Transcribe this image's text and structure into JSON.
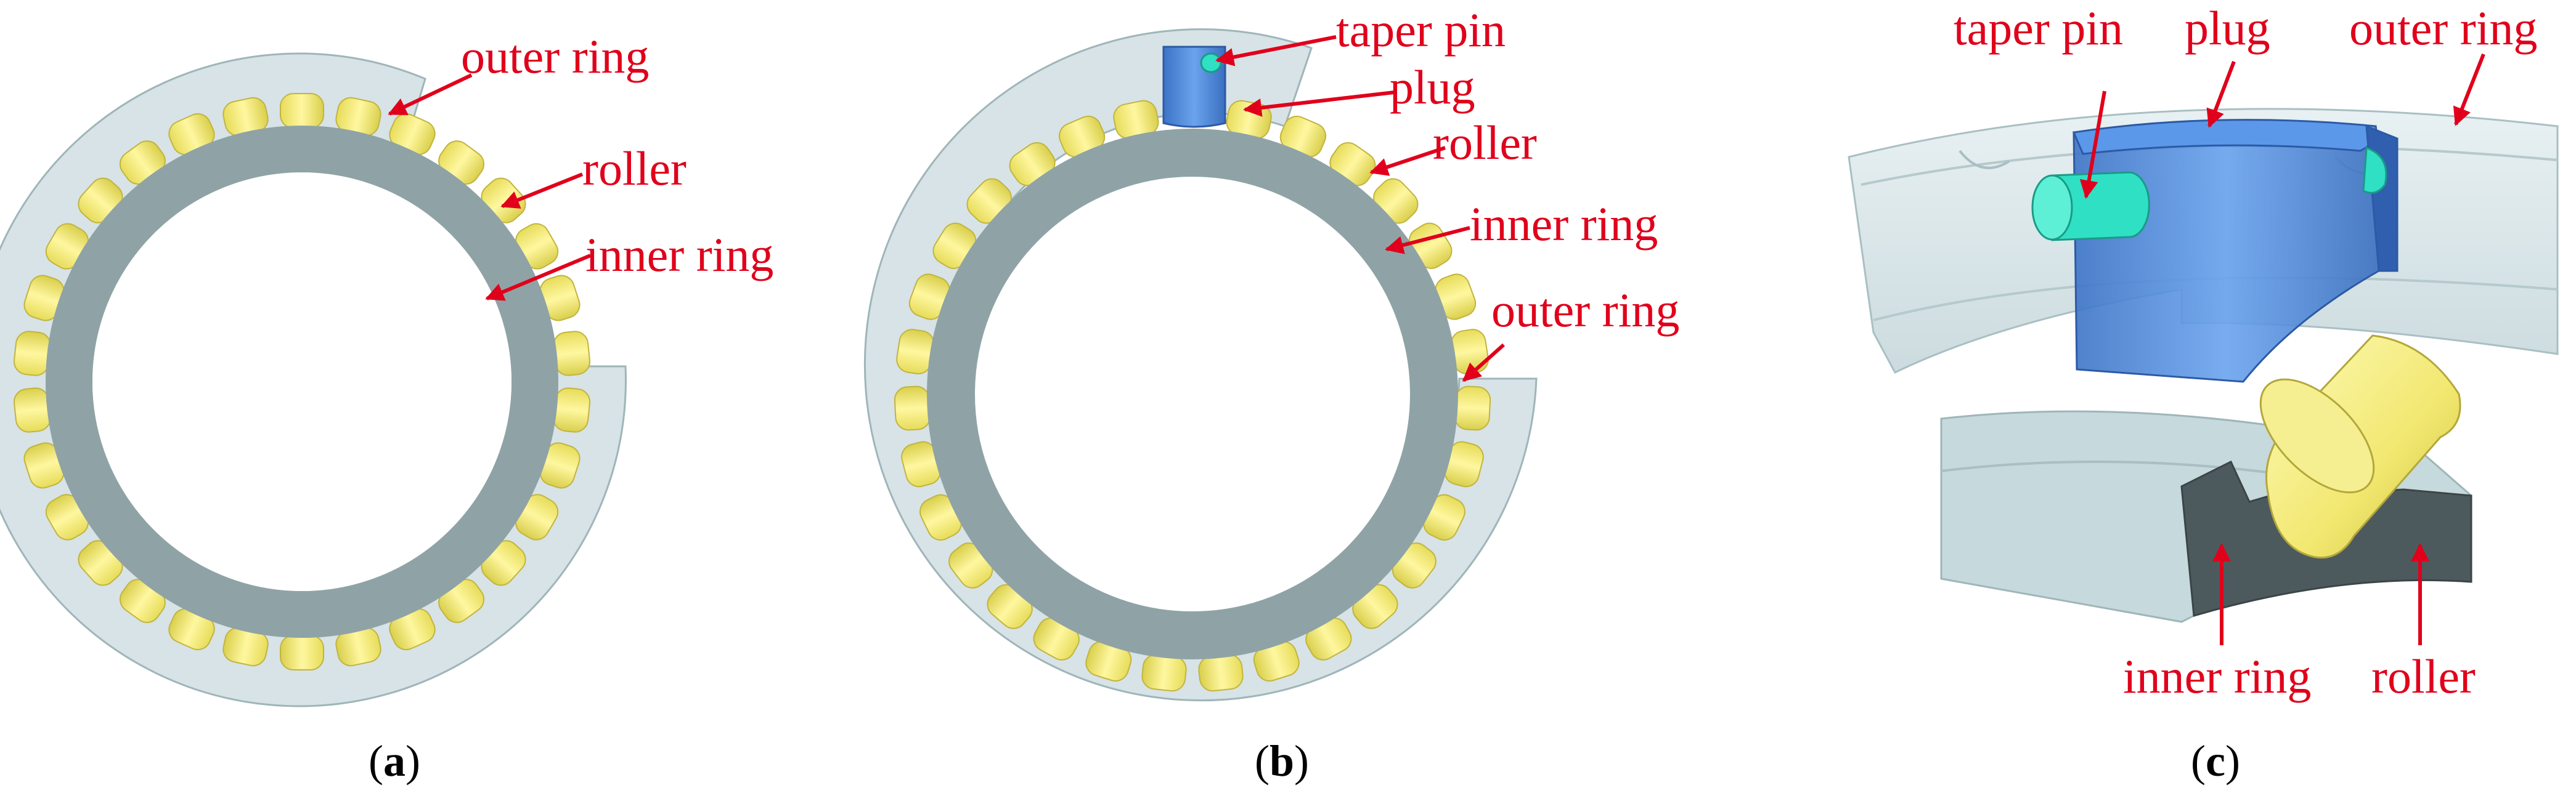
{
  "figure": {
    "panels": [
      {
        "id": "a",
        "caption_open": "(",
        "caption_letter": "a",
        "caption_close": ")",
        "labels": {
          "outer_ring": "outer ring",
          "roller": "roller",
          "inner_ring": "inner ring"
        }
      },
      {
        "id": "b",
        "caption_open": "(",
        "caption_letter": "b",
        "caption_close": ")",
        "labels": {
          "taper_pin": "taper pin",
          "plug": "plug",
          "roller": "roller",
          "inner_ring": "inner ring",
          "outer_ring": "outer ring"
        }
      },
      {
        "id": "c",
        "caption_open": "(",
        "caption_letter": "c",
        "caption_close": ")",
        "labels": {
          "taper_pin": "taper pin",
          "plug": "plug",
          "outer_ring": "outer ring",
          "inner_ring": "inner ring",
          "roller": "roller"
        }
      }
    ],
    "colors": {
      "label_red": "#e0001b",
      "outer_ring": "#c8d8dc",
      "inner_ring": "#8fa3a6",
      "roller": "#f3ec78",
      "plug": "#4b86d6",
      "taper_pin": "#31e3c6",
      "inner_ring_dark_face": "#4d5a5d"
    }
  }
}
